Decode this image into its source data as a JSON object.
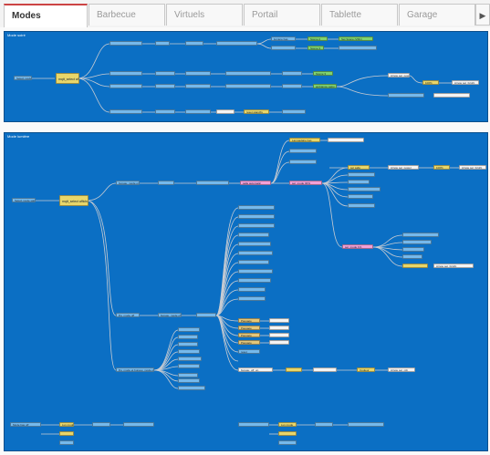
{
  "tabs": [
    {
      "label": "Modes",
      "active": true
    },
    {
      "label": "Barbecue",
      "active": false
    },
    {
      "label": "Virtuels",
      "active": false
    },
    {
      "label": "Portail",
      "active": false
    },
    {
      "label": "Tablette",
      "active": false
    },
    {
      "label": "Garage",
      "active": false
    }
  ],
  "scroll_icon": "▶",
  "flows": {
    "top": {
      "label": "Mode soiré",
      "nodes": {
        "select_mode": "Select mode vidéo",
        "mqtt_select": "mqtt_select affichage video",
        "scene2": "Scene 2",
        "set_scene": "Set Scene (VMx)",
        "lumiere_bas": "lumiere bas",
        "scene3": "Scene 3",
        "scene3b": "Scene 3",
        "arrete_power": "Arrete set_power",
        "p100": "100%",
        "arrete_bright": "Arrete set_bright",
        "ambiance": "ambiance salon",
        "reset_standby": "reset standby"
      }
    },
    "bottom": {
      "label": "Mode lumière",
      "nodes": {
        "select_salon": "Select mode salon lumière",
        "mqtt_select": "mqtt_select affichage video",
        "bureau_on": "bureau_mode on",
        "bureau_off": "bureau_mode off",
        "lhs_mode": "lhs_mode off",
        "switch_salle": "salle automatic",
        "lampadaire_bas": "Lampadaire bas",
        "set_salle": "set salle",
        "set_mode": "set_mode 30%",
        "set_mode_b": "set_mode 1%",
        "set_bright": "Arrete set_bright",
        "p100": "100%",
        "arrete_power": "Arrete set_power",
        "arrete_bright": "Arrete set_bright",
        "bureau_off_on": "bureau_off_on",
        "couleur": "Couleur",
        "set_rgb": "Arrete set_rgb",
        "pausage1": "Pausage",
        "pausage2": "Pausage",
        "pausage3": "Pausage",
        "pausage4": "Pausage",
        "reset1": "reset",
        "lhs_bureau": "lhs_mode et bureau_mode off",
        "mode_bas": "Mode bas off",
        "lux_mode_a": "Lux mode",
        "lux_mode_b": "Lux mode"
      }
    }
  },
  "colors": {
    "workspace": "#0b6fc4",
    "wire": "#c9ccd2",
    "active_tab_accent": "#cc4444"
  }
}
